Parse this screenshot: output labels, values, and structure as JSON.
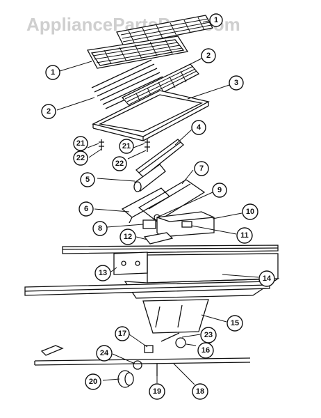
{
  "watermark": "AppliancePartsPros.com",
  "callouts": {
    "c1a": "1",
    "c1b": "1",
    "c2a": "2",
    "c2b": "2",
    "c3": "3",
    "c4": "4",
    "c5": "5",
    "c6": "6",
    "c7": "7",
    "c8": "8",
    "c9": "9",
    "c10": "10",
    "c11": "11",
    "c12": "12",
    "c13": "13",
    "c14": "14",
    "c15": "15",
    "c16": "16",
    "c17": "17",
    "c18": "18",
    "c19": "19",
    "c20": "20",
    "c21a": "21",
    "c21b": "21",
    "c22a": "22",
    "c22b": "22",
    "c23": "23",
    "c24": "24"
  }
}
